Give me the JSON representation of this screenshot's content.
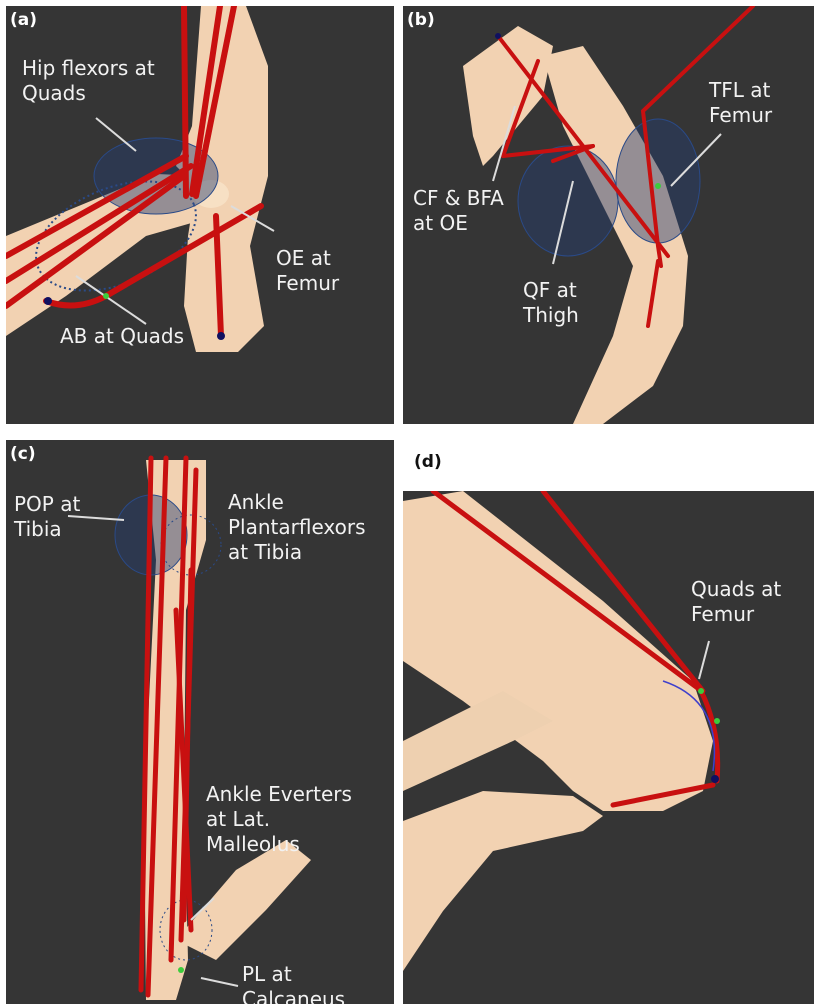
{
  "panels": {
    "a": {
      "label": "(a)",
      "annotations": [
        "Hip flexors at\nQuads",
        "OE at\nFemur",
        "AB at Quads"
      ]
    },
    "b": {
      "label": "(b)",
      "annotations": [
        "TFL at\nFemur",
        "CF & BFA\nat OE",
        "QF at\nThigh"
      ]
    },
    "c": {
      "label": "(c)",
      "annotations": [
        "POP at\nTibia",
        "Ankle\nPlantarflexors\nat Tibia",
        "Ankle Everters\nat Lat.\nMalleolus",
        "PL at\nCalcaneus"
      ]
    },
    "d": {
      "label": "(d)",
      "annotations": [
        "Quads at\nFemur"
      ]
    }
  },
  "colors": {
    "background": "#353535",
    "bone": "#f2d2b2",
    "muscle_path": "#c81010",
    "wrapping_surface": "#2a4a88",
    "via_point": "#3ccc3c",
    "attachment": "#101060",
    "arrow": "#dcdcdc",
    "text": "#f2f2f2"
  }
}
